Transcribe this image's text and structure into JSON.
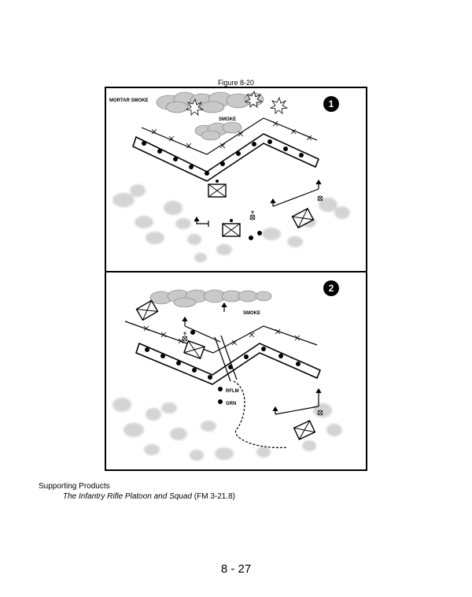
{
  "figure": {
    "caption": "Figure 8-20",
    "panel1": {
      "number": "1",
      "labels": {
        "mortar_smoke": "MORTAR SMOKE",
        "smoke": "SMOKE"
      }
    },
    "panel2": {
      "number": "2",
      "labels": {
        "smoke": "SMOKE",
        "rflm": "RFLM",
        "grn": "GRN"
      }
    }
  },
  "supporting": {
    "heading": "Supporting Products",
    "reference_title": "The Infantry Rifle Platoon and Squad",
    "reference_code": "(FM 3-21.8)"
  },
  "page_number": "8 - 27",
  "colors": {
    "smoke": "#c9c9c9",
    "ink": "#000000",
    "vegetation": "#d4d4d4"
  }
}
